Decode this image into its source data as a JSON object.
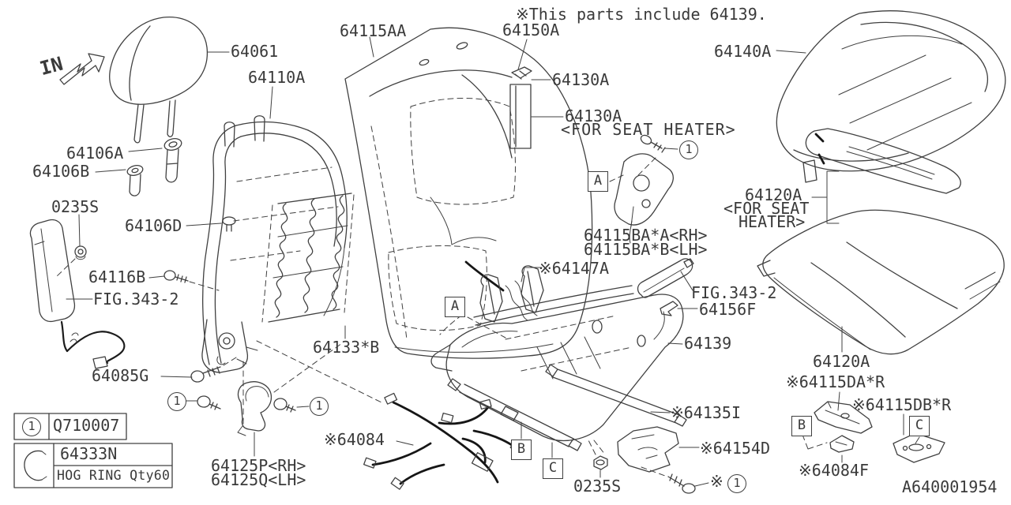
{
  "note": "※This parts include 64139.",
  "drawing_number": "A640001954",
  "direction_indicator": "IN",
  "parts": {
    "headrest": "64061",
    "back_frame": "64110A",
    "back_cover": "64115AA",
    "clip_top": "64150A",
    "bracket_130": "64130A",
    "bracket_130_heater": "64130A",
    "heater_tag": "<FOR SEAT HEATER>",
    "cushion_pad": "64140A",
    "bolt_a": "64106A",
    "bolt_b": "64106B",
    "nut_upper": "0235S",
    "clip_d": "64106D",
    "screw_116": "64116B",
    "fig_airbag": "FIG.343-2",
    "spring_mat": "64133*B",
    "recliner_rh": "64115BA*A<RH>",
    "recliner_lh": "64115BA*B<LH>",
    "spring_147": "※64147A",
    "fig_rod": "FIG.343-2",
    "bracket_156": "64156F",
    "cushion_frame": "64139",
    "cushion_heater_1": "64120A",
    "cushion_heater_2": "<FOR SEAT",
    "cushion_heater_3": "HEATER>",
    "bolt_g": "64085G",
    "rail": "※64135I",
    "cushion_cover": "64120A",
    "bracket_da": "※64115DA*R",
    "bracket_db": "※64115DB*R",
    "bracket_154": "※64154D",
    "harness": "※64084",
    "hinge_rh": "64125P<RH>",
    "hinge_lh": "64125Q<LH>",
    "nut_lower": "0235S",
    "clip_84f": "※64084F",
    "ref_mark": "※"
  },
  "legend": {
    "callout": "1",
    "callout_part": "Q710007",
    "hog_ring_part": "64333N",
    "hog_ring_desc": "HOG RING Qty60"
  },
  "section_markers": {
    "a": "A",
    "b": "B",
    "c": "C"
  }
}
